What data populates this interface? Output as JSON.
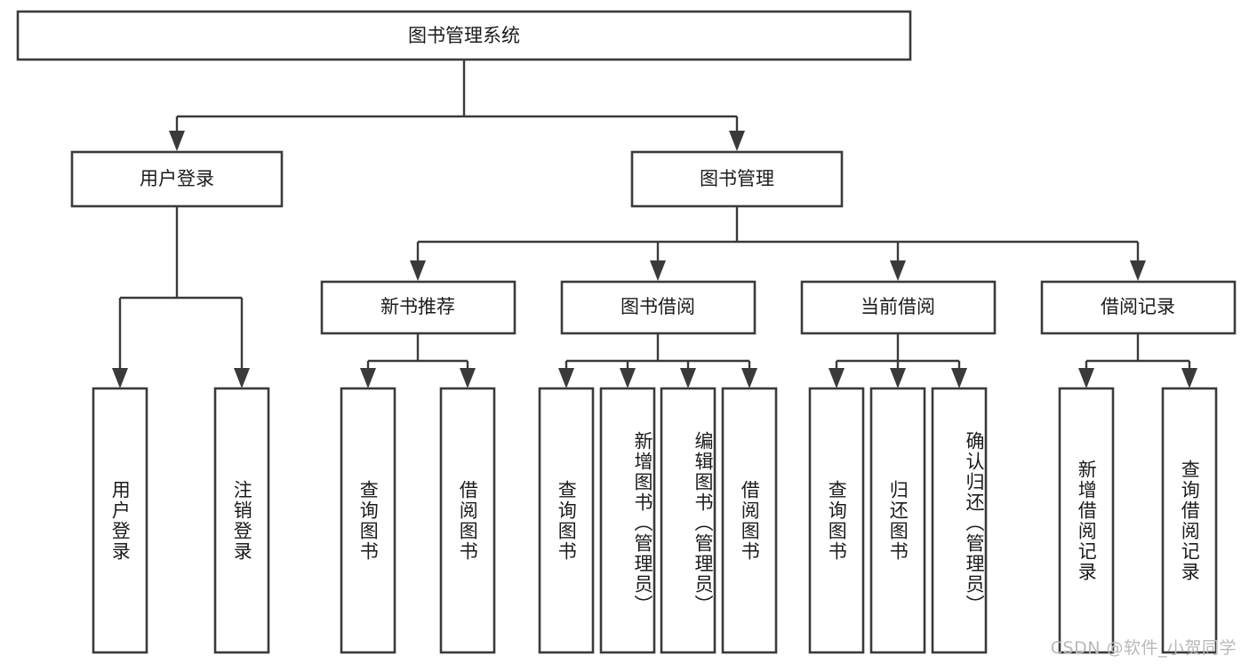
{
  "diagram": {
    "type": "tree-hierarchy",
    "title": "图书管理系统",
    "watermark": "CSDN @软件_小贺同学",
    "colors": {
      "stroke": "#3a3a3a",
      "box_fill": "#ffffff",
      "text": "#1b1b1b",
      "background": "#ffffff",
      "watermark": "#b9b9b9"
    },
    "levels": {
      "root": {
        "label": "图书管理系统"
      },
      "level2": [
        {
          "id": "user-login",
          "label": "用户登录"
        },
        {
          "id": "book-manage",
          "label": "图书管理"
        }
      ],
      "level3": [
        {
          "id": "new-book-recommend",
          "label": "新书推荐",
          "parent": "book-manage"
        },
        {
          "id": "book-borrow",
          "label": "图书借阅",
          "parent": "book-manage"
        },
        {
          "id": "current-borrow",
          "label": "当前借阅",
          "parent": "book-manage"
        },
        {
          "id": "borrow-record",
          "label": "借阅记录",
          "parent": "book-manage"
        }
      ],
      "leaves": [
        {
          "id": "leaf-user-login",
          "label": "用户登录",
          "parent": "user-login"
        },
        {
          "id": "leaf-logout-login",
          "label": "注销登录",
          "parent": "user-login"
        },
        {
          "id": "leaf-query-book-1",
          "label": "查询图书",
          "parent": "new-book-recommend"
        },
        {
          "id": "leaf-borrow-book-1",
          "label": "借阅图书",
          "parent": "new-book-recommend"
        },
        {
          "id": "leaf-query-book-2",
          "label": "查询图书",
          "parent": "book-borrow"
        },
        {
          "id": "leaf-add-book",
          "label": "新增图书（管理员）",
          "parent": "book-borrow"
        },
        {
          "id": "leaf-edit-book",
          "label": "编辑图书（管理员）",
          "parent": "book-borrow"
        },
        {
          "id": "leaf-borrow-book-2",
          "label": "借阅图书",
          "parent": "book-borrow"
        },
        {
          "id": "leaf-query-book-3",
          "label": "查询图书",
          "parent": "current-borrow"
        },
        {
          "id": "leaf-return-book",
          "label": "归还图书",
          "parent": "current-borrow"
        },
        {
          "id": "leaf-confirm-return",
          "label": "确认归还（管理员）",
          "parent": "current-borrow"
        },
        {
          "id": "leaf-add-record",
          "label": "新增借阅记录",
          "parent": "borrow-record"
        },
        {
          "id": "leaf-query-record",
          "label": "查询借阅记录",
          "parent": "borrow-record"
        }
      ]
    }
  }
}
